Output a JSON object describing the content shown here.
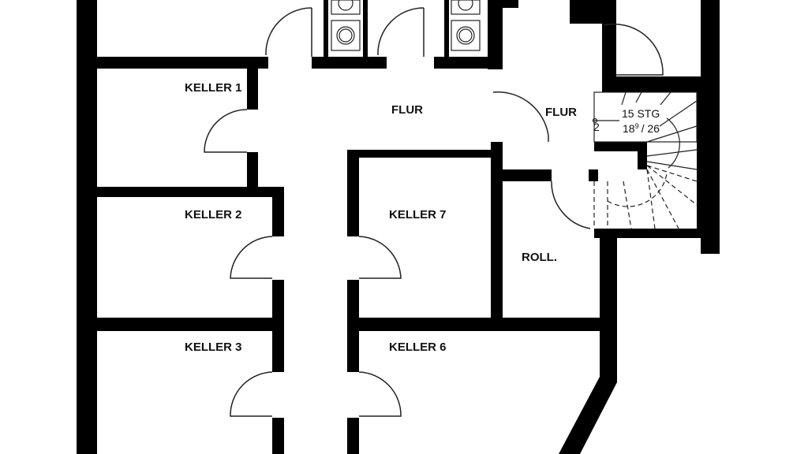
{
  "plan": {
    "rooms": {
      "keller1": "KELLER 1",
      "keller2": "KELLER 2",
      "keller3": "KELLER 3",
      "keller6": "KELLER 6",
      "keller7": "KELLER 7",
      "flur_main": "FLUR",
      "flur_stair": "FLUR",
      "roll": "ROLL."
    },
    "stairs": {
      "steps": "15 STG",
      "rise_base": "18",
      "rise_sup": "9",
      "run": "/ 26",
      "marker": "2"
    }
  }
}
